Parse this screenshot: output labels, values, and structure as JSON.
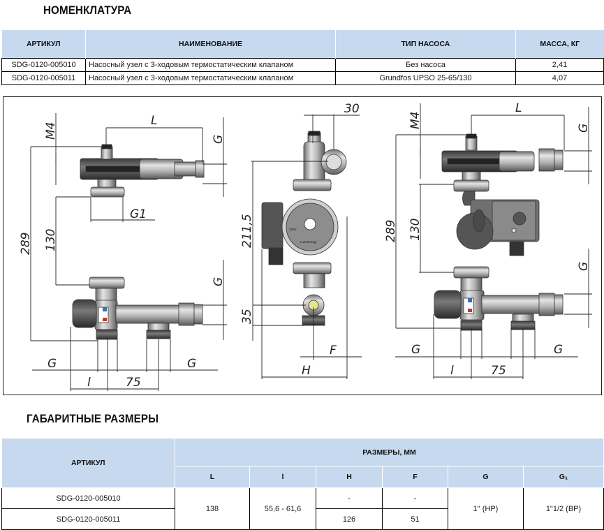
{
  "nomenclature": {
    "title": "НОМЕНКЛАТУРА",
    "headers": [
      "АРТИКУЛ",
      "НАИМЕНОВАНИЕ",
      "ТИП НАСОСА",
      "МАССА, КГ"
    ],
    "rows": [
      {
        "article": "SDG-0120-005010",
        "name": "Насосный узел с 3-ходовым термостатическим клапаном",
        "pump_type": "Без насоса",
        "mass": "2,41"
      },
      {
        "article": "SDG-0120-005011",
        "name": "Насосный узел с 3-ходовым термостатическим клапаном",
        "pump_type": "Grundfos UPSO 25-65/130",
        "mass": "4,07"
      }
    ]
  },
  "drawing": {
    "left_view": {
      "M4": "M4",
      "L": "L",
      "G_top": "G",
      "G1": "G1",
      "dim_130": "130",
      "dim_289": "289",
      "G_mid": "G",
      "G_left": "G",
      "G_right": "G",
      "l": "l",
      "dim_75": "75"
    },
    "side_view": {
      "dim_30": "30",
      "dim_211_5": "211,5",
      "dim_35": "35",
      "F": "F",
      "H": "H",
      "pump_label_voltage": "230V",
      "pump_label_energy": "Low Energy"
    },
    "right_view": {
      "M4": "M4",
      "L": "L",
      "G_top": "G",
      "dim_130": "130",
      "dim_289": "289",
      "G_mid": "G",
      "G_left": "G",
      "G_right": "G",
      "l": "l",
      "dim_75": "75"
    }
  },
  "dimensions": {
    "title": "ГАБАРИТНЫЕ РАЗМЕРЫ",
    "article_header": "АРТИКУЛ",
    "group_header": "РАЗМЕРЫ, ММ",
    "columns": [
      "L",
      "l",
      "H",
      "F",
      "G",
      "G₁"
    ],
    "rows": [
      {
        "article": "SDG-0120-005010",
        "H": "-",
        "F": "-"
      },
      {
        "article": "SDG-0120-005011",
        "H": "126",
        "F": "51"
      }
    ],
    "shared": {
      "L": "138",
      "l": "55,6 - 61,6",
      "G": "1\" (НР)",
      "G1": "1\"1/2 (ВР)"
    }
  }
}
